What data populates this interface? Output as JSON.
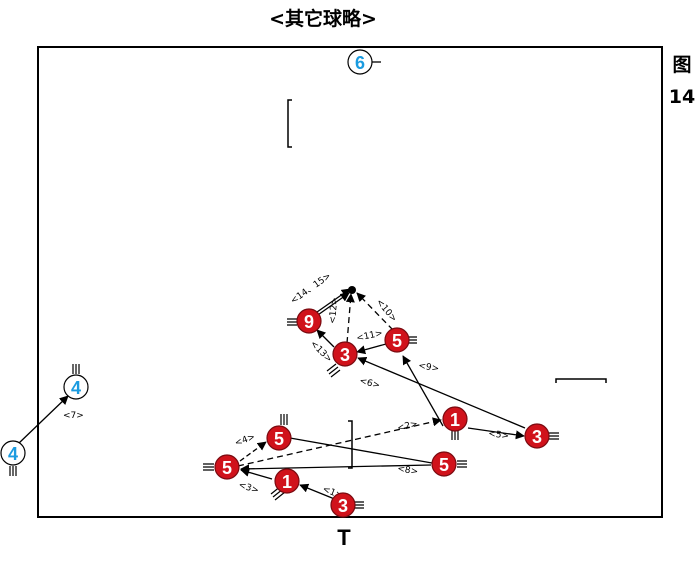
{
  "title": "<其它球略>",
  "figure_label": [
    "图",
    "14"
  ],
  "bottom_marker": "T",
  "colors": {
    "attack": "#d0121b",
    "defense": "#1a9be0",
    "line": "#000000"
  },
  "players_red": [
    {
      "num": "9"
    },
    {
      "num": "3"
    },
    {
      "num": "5"
    },
    {
      "num": "1"
    },
    {
      "num": "3"
    },
    {
      "num": "5"
    },
    {
      "num": "5"
    },
    {
      "num": "5"
    },
    {
      "num": "1"
    },
    {
      "num": "3"
    }
  ],
  "players_blue": [
    {
      "num": "6"
    },
    {
      "num": "4"
    },
    {
      "num": "4"
    }
  ],
  "labels": [
    "<1>",
    "<2>",
    "<3>",
    "<4>",
    "<5>",
    "<6>",
    "<7>",
    "<8>",
    "<9>",
    "<10>",
    "<11>",
    "<12>",
    "<13>",
    "<14、15>"
  ]
}
